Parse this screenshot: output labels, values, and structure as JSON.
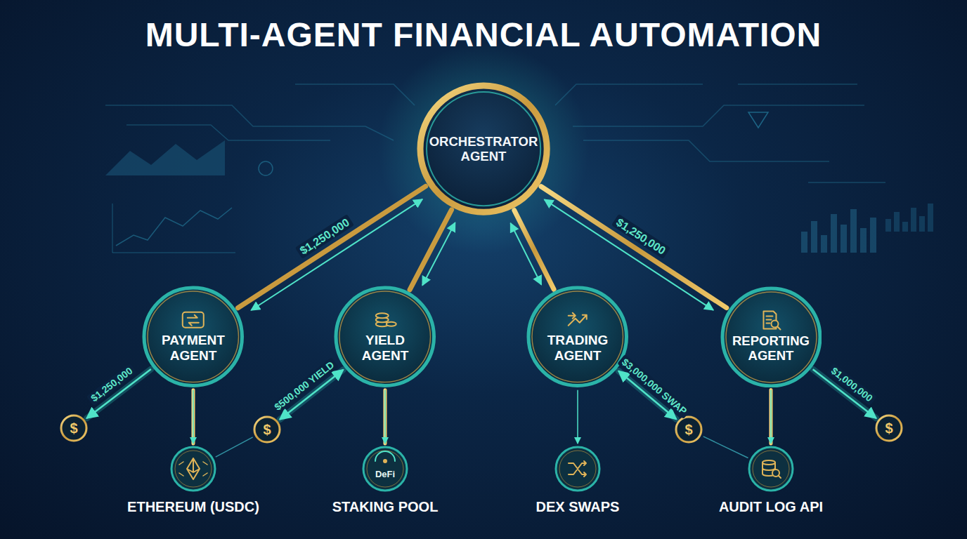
{
  "diagram": {
    "title": "MULTI-AGENT FINANCIAL AUTOMATION",
    "nodes": [
      {
        "text": [
          "ORCHESTRATOR AGENT"
        ]
      },
      {
        "text": [
          "PAYMENT AGENT"
        ]
      },
      {
        "text": [
          "YIELD AGENT"
        ]
      },
      {
        "text": [
          "TRADING AGENT"
        ]
      },
      {
        "text": [
          "REPORTING AGENT"
        ]
      },
      {
        "text": [
          "$"
        ]
      },
      {
        "text": [
          "ETHEREUM (USDC)"
        ]
      },
      {
        "text": [
          "$"
        ]
      },
      {
        "text": [
          "DeFi",
          "STAKING POOL"
        ]
      },
      {
        "text": [
          "DEX SWAPS"
        ]
      },
      {
        "text": [
          "$"
        ]
      },
      {
        "text": [
          "AUDIT LOG API"
        ]
      },
      {
        "text": [
          "$"
        ]
      }
    ],
    "edges": [
      {
        "from": 0,
        "to": 1,
        "label": "$1,250,000",
        "arrow": "both"
      },
      {
        "from": 0,
        "to": 2,
        "arrow": "both"
      },
      {
        "from": 0,
        "to": 3,
        "arrow": "both"
      },
      {
        "from": 0,
        "to": 4,
        "label": "$1,250,000",
        "arrow": "both"
      },
      {
        "from": 1,
        "to": 5,
        "label": "$1,250,000",
        "arrow": "to"
      },
      {
        "from": 1,
        "to": 6,
        "arrow": "to"
      },
      {
        "from": 2,
        "to": 7,
        "label": "$500,000 YIELD",
        "arrow": "both"
      },
      {
        "from": 2,
        "to": 8,
        "arrow": "to"
      },
      {
        "from": 3,
        "to": 10,
        "label": "$3,000,000 SWAP",
        "arrow": "both"
      },
      {
        "from": 3,
        "to": 9,
        "arrow": "to"
      },
      {
        "from": 4,
        "to": 12,
        "label": "$1,000,000",
        "arrow": "to"
      },
      {
        "from": 4,
        "to": 11,
        "arrow": "to"
      },
      {
        "from": 7,
        "to": 6,
        "arrow": "none"
      },
      {
        "from": 10,
        "to": 11,
        "arrow": "none"
      }
    ]
  }
}
